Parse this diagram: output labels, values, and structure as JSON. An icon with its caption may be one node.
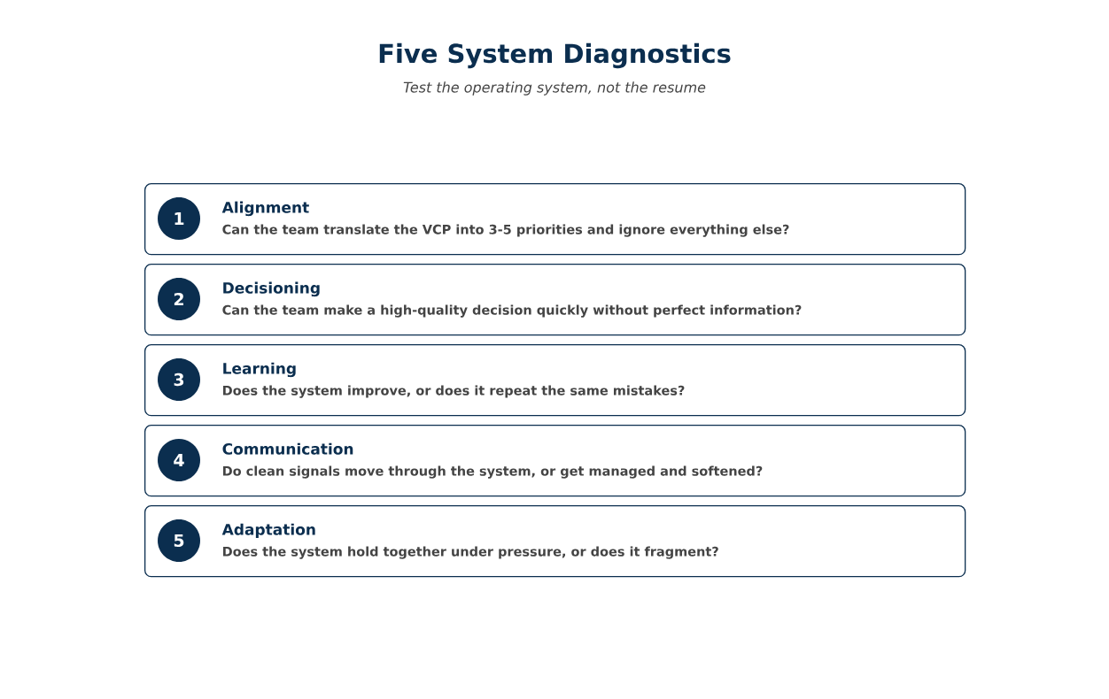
{
  "diagram": {
    "title": "Five System Diagnostics",
    "caption": "Test the operating system, not the resume",
    "nodes": [
      {
        "text": [
          "Alignment",
          "Can the team translate the VCP into 3-5 priorities and ignore everything else?"
        ]
      },
      {
        "text": [
          "1"
        ],
        "in": 0
      },
      {
        "text": [
          "Decisioning",
          "Can the team make a high-quality decision quickly without perfect information?"
        ]
      },
      {
        "text": [
          "2"
        ],
        "in": 2
      },
      {
        "text": [
          "Learning",
          "Does the system improve, or does it repeat the same mistakes?"
        ]
      },
      {
        "text": [
          "3"
        ],
        "in": 4
      },
      {
        "text": [
          "Communication",
          "Do clean signals move through the system, or get managed and softened?"
        ]
      },
      {
        "text": [
          "4"
        ],
        "in": 6
      },
      {
        "text": [
          "Adaptation",
          "Does the system hold together under pressure, or does it fragment?"
        ]
      },
      {
        "text": [
          "5"
        ],
        "in": 8
      }
    ]
  }
}
